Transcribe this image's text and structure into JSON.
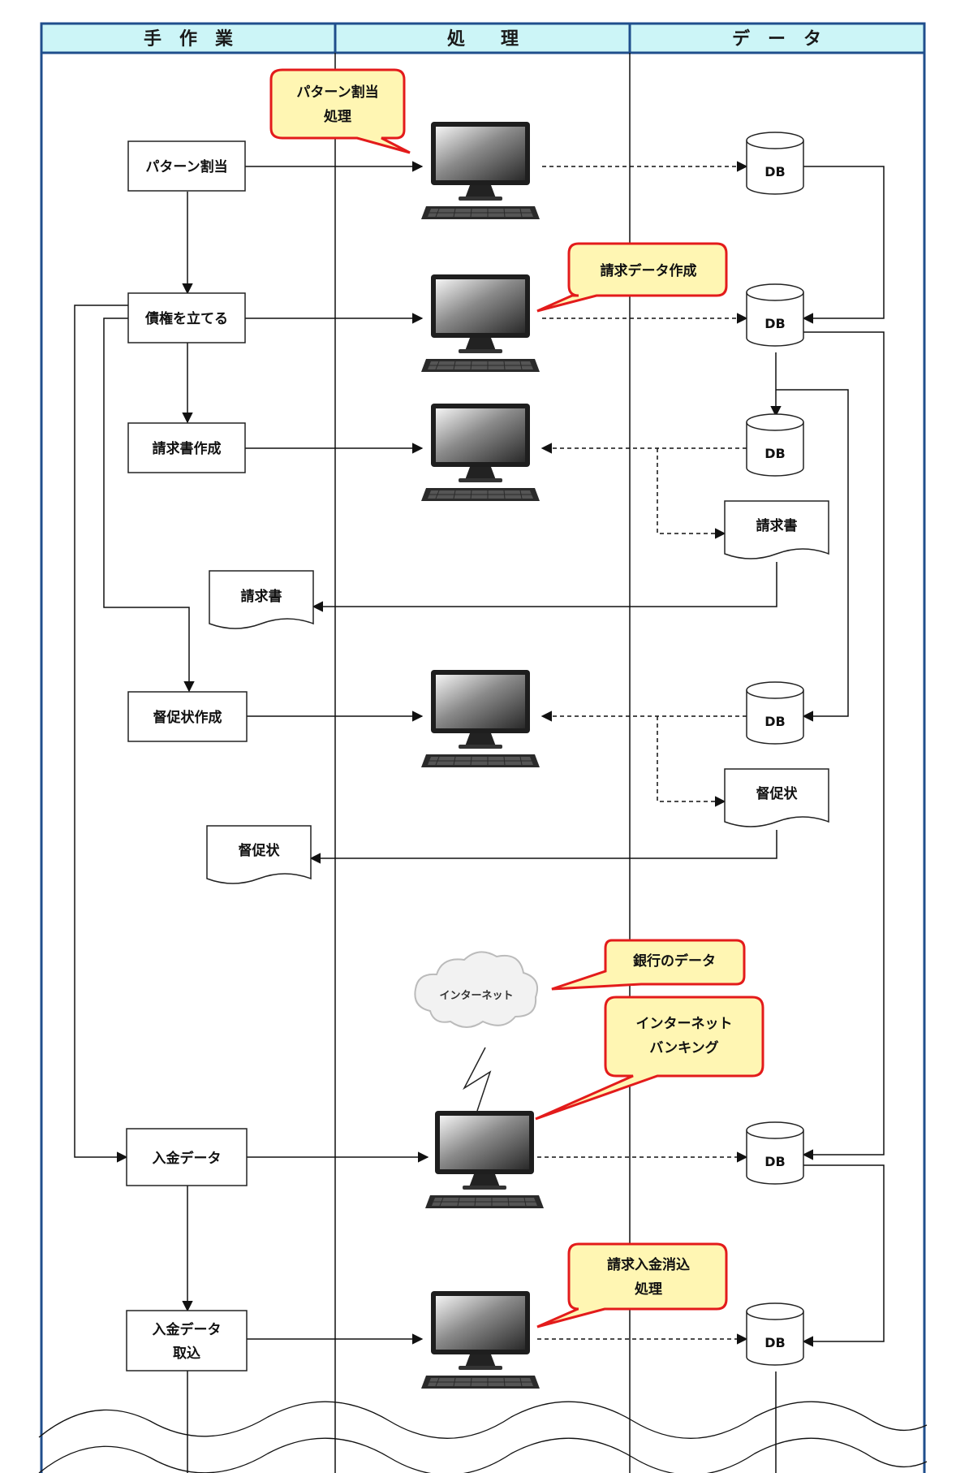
{
  "lanes": {
    "manual": "手　作　業",
    "process": "処　　理",
    "data": "デ　ー　タ"
  },
  "boxes": {
    "pattern": "パターン割当",
    "claim": "債権を立てる",
    "invoice_create": "請求書作成",
    "dunning_create": "督促状作成",
    "deposit_data": "入金データ",
    "deposit_import_1": "入金データ",
    "deposit_import_2": "取込"
  },
  "documents": {
    "invoice_left": "請求書",
    "invoice_right": "請求書",
    "dunning_left": "督促状",
    "dunning_right": "督促状"
  },
  "db_label": "DB",
  "callouts": {
    "pattern_1": "パターン割当",
    "pattern_2": "処理",
    "invoice_data": "請求データ作成",
    "bank_data": "銀行のデータ",
    "netbank_1": "インターネット",
    "netbank_2": "バンキング",
    "reconcile_1": "請求入金消込",
    "reconcile_2": "処理"
  },
  "cloud_label": "インターネット",
  "colors": {
    "lane_header": "#ccf5f7",
    "lane_border": "#1f4e8c",
    "callout_fill": "#fff6b3",
    "callout_border": "#e31b1b"
  }
}
